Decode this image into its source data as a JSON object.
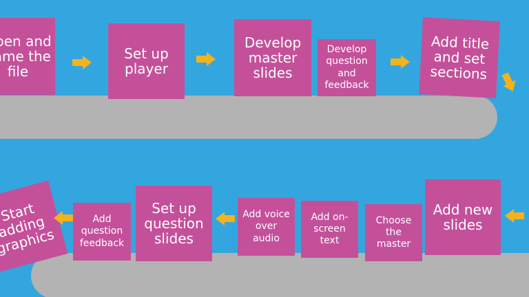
{
  "colors": {
    "background": "#33a6df",
    "box": "#c4509a",
    "box_text": "#ffffff",
    "conveyor": "#b3b3b3",
    "arrow": "#f5b21b"
  },
  "steps": [
    {
      "id": "open",
      "label": "Open and\nname the\nfile"
    },
    {
      "id": "player",
      "label": "Set up\nplayer"
    },
    {
      "id": "master",
      "label": "Develop\nmaster\nslides"
    },
    {
      "id": "qfeedback",
      "label": "Develop\nquestion\nand\nfeedback"
    },
    {
      "id": "title",
      "label": "Add title\nand set\nsections"
    },
    {
      "id": "new",
      "label": "Add new\nslides"
    },
    {
      "id": "choose",
      "label": "Choose\nthe\nmaster"
    },
    {
      "id": "onscreen",
      "label": "Add on-\nscreen\ntext"
    },
    {
      "id": "voice",
      "label": "Add voice\nover\naudio"
    },
    {
      "id": "qslides",
      "label": "Set up\nquestion\nslides"
    },
    {
      "id": "addfeedback",
      "label": "Add\nquestion\nfeedback"
    },
    {
      "id": "graphics",
      "label": "Start\nadding\ngraphics"
    }
  ]
}
